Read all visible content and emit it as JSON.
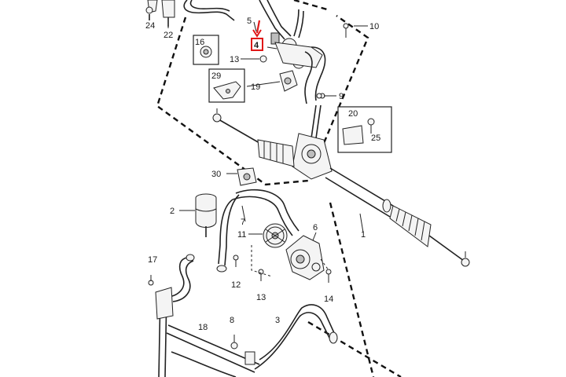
{
  "diagram": {
    "highlight_color": "#e01818",
    "line_color": "#222222",
    "labels": {
      "p1": "1",
      "p2": "2",
      "p3": "3",
      "p4": "4",
      "p5": "5",
      "p6": "6",
      "p7": "7",
      "p8": "8",
      "p9": "9",
      "p10": "10",
      "p11": "11",
      "p12": "12",
      "p13a": "13",
      "p13b": "13",
      "p14": "14",
      "p16": "16",
      "p17": "17",
      "p18": "18",
      "p19": "19",
      "p20": "20",
      "p22": "22",
      "p24": "24",
      "p25": "25",
      "p29": "29",
      "p30": "30"
    }
  }
}
